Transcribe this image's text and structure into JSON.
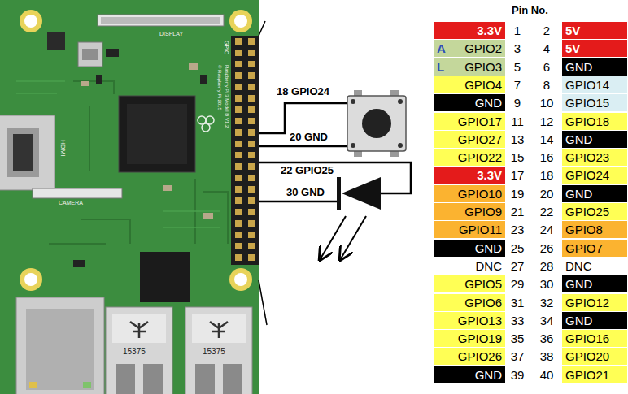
{
  "diagram": {
    "labels": [
      "DISPLAY",
      "HDMI",
      "CAMERA",
      "GPIO",
      "Raspberry Pi 3 Model B V1.2",
      "© Raspberry Pi 2015",
      "15375",
      "15375",
      "18 GPIO24",
      "20 GND",
      "22 GPIO25",
      "30 GND",
      "Pin No.",
      "3.3V",
      "1",
      "2",
      "5V",
      "A",
      "GPIO2",
      "3",
      "4",
      "5V",
      "L",
      "GPIO3",
      "5",
      "6",
      "GND",
      "GPIO4",
      "7",
      "8",
      "GPIO14",
      "GND",
      "9",
      "10",
      "GPIO15",
      "GPIO17",
      "11",
      "12",
      "GPIO18",
      "GPIO27",
      "13",
      "14",
      "GND",
      "GPIO22",
      "15",
      "16",
      "GPIO23",
      "3.3V",
      "17",
      "18",
      "GPIO24",
      "GPIO10",
      "19",
      "20",
      "GND",
      "GPIO9",
      "21",
      "22",
      "GPIO25",
      "GPIO11",
      "23",
      "24",
      "GPIO8",
      "GND",
      "25",
      "26",
      "GPIO7",
      "DNC",
      "27",
      "28",
      "DNC",
      "GPIO5",
      "29",
      "30",
      "GND",
      "GPIO6",
      "31",
      "32",
      "GPIO12",
      "GPIO13",
      "33",
      "34",
      "GND",
      "GPIO19",
      "35",
      "36",
      "GPIO16",
      "GPIO26",
      "37",
      "38",
      "GPIO20",
      "GND",
      "39",
      "40",
      "GPIO21"
    ]
  }
}
